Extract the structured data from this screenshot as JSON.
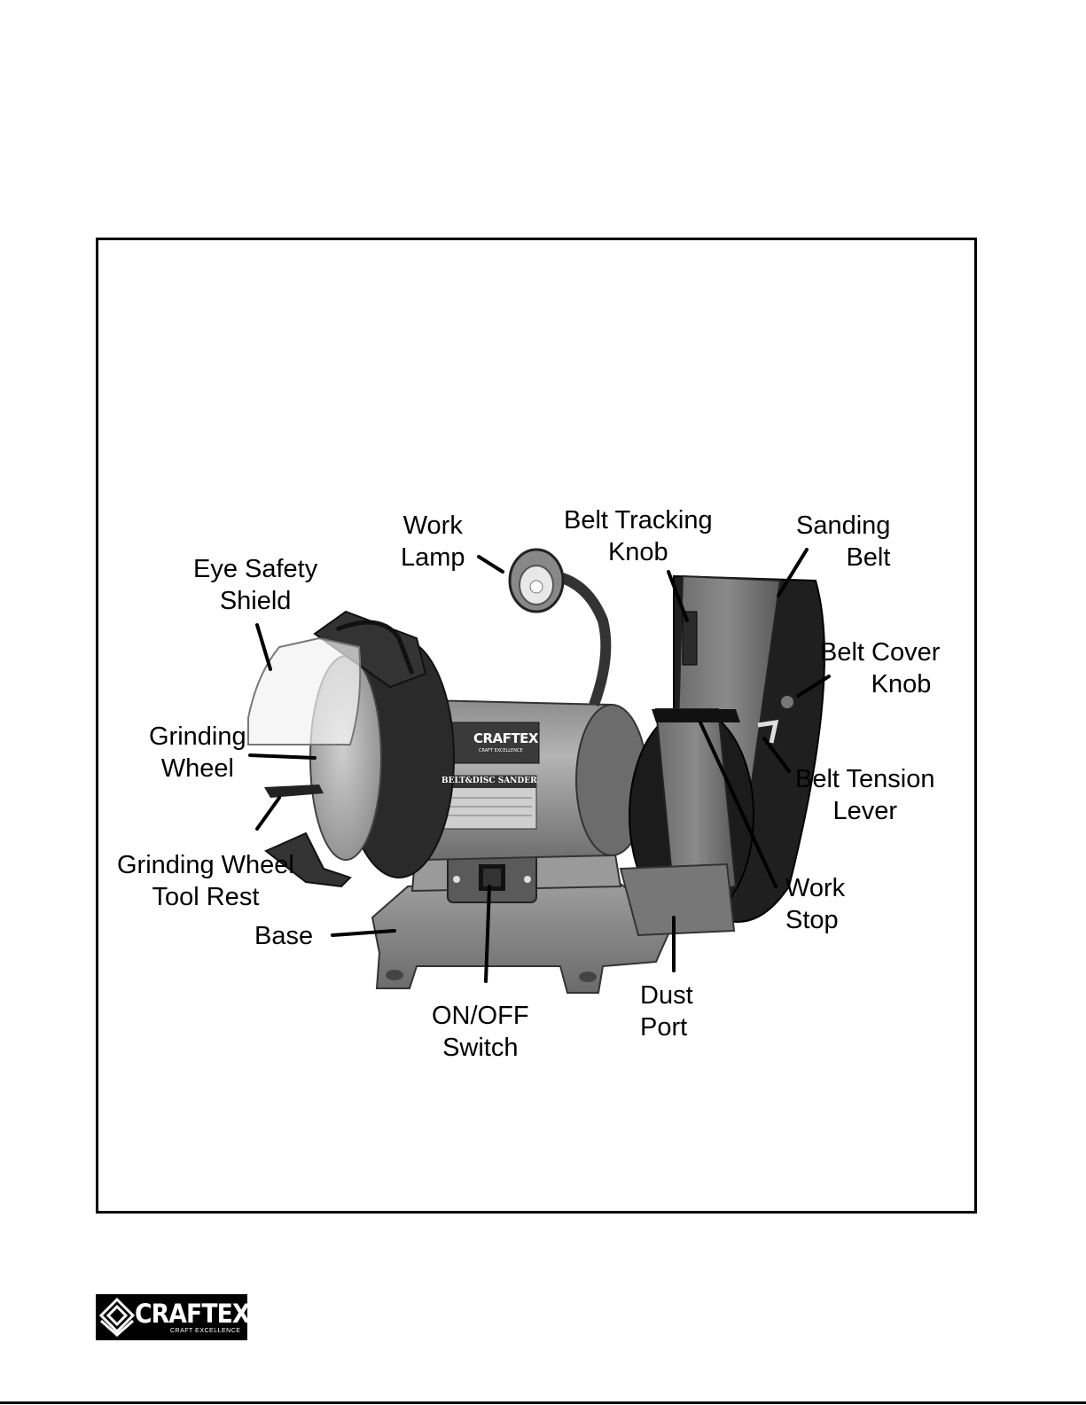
{
  "labels": {
    "eye_safety_shield": [
      "Eye Safety",
      "Shield"
    ],
    "work_lamp": [
      "Work",
      "Lamp"
    ],
    "belt_tracking_knob": [
      "Belt Tracking",
      "Knob"
    ],
    "sanding_belt": [
      "Sanding",
      "Belt"
    ],
    "belt_cover_knob": [
      "Belt Cover",
      "Knob"
    ],
    "grinding_wheel": [
      "Grinding",
      "Wheel"
    ],
    "belt_tension_lever": [
      "Belt Tension",
      "Lever"
    ],
    "grinding_wheel_tool_rest": [
      "Grinding Wheel",
      "Tool Rest"
    ],
    "base": "Base",
    "work_stop": [
      "Work",
      "Stop"
    ],
    "on_off_switch": [
      "ON/OFF",
      "Switch"
    ],
    "dust_port": [
      "Dust",
      "Port"
    ]
  },
  "machine_badge": {
    "brand": "CRAFTEX",
    "tagline": "CRAFT EXCELLENCE",
    "nameplate": "BELT&DISC SANDER"
  },
  "footer_logo": {
    "brand": "CRAFTEX",
    "tagline": "CRAFT EXCELLENCE"
  }
}
